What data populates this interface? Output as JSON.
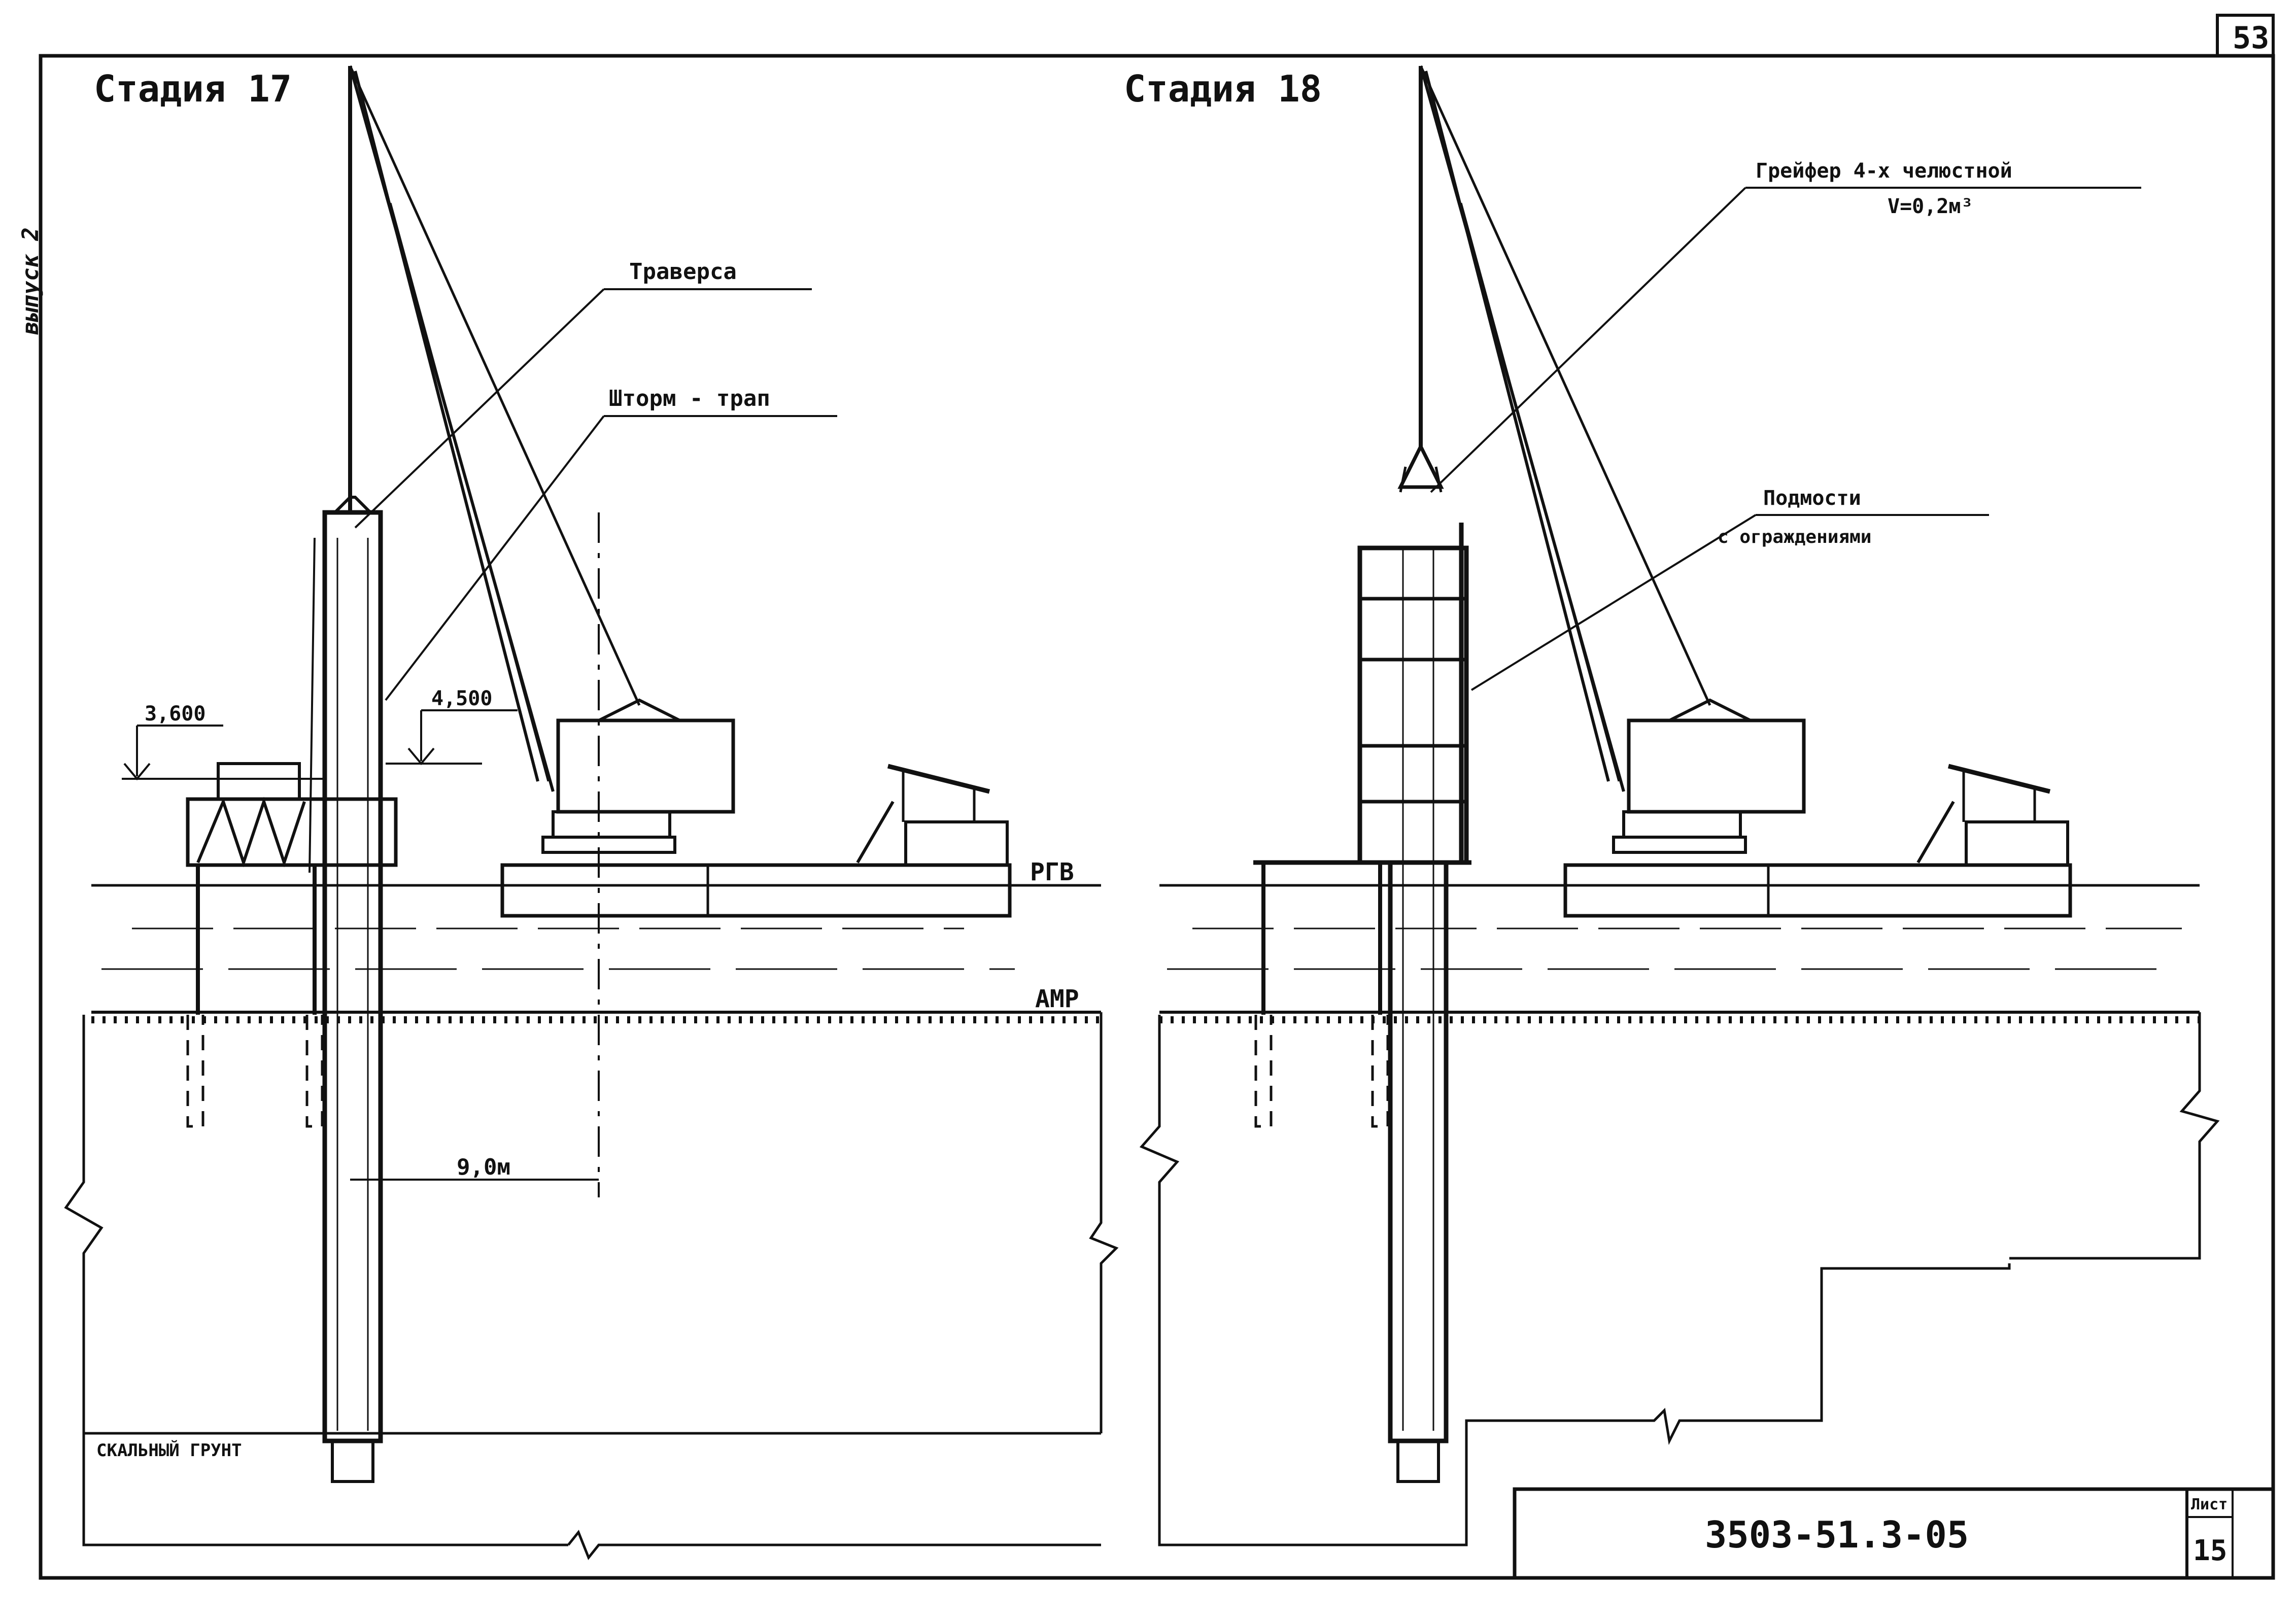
{
  "page_number": "53",
  "side_note": "выпуск 2",
  "stage_17": {
    "title": "Стадия 17",
    "label_traverse": "Траверса",
    "label_storm_ladder": "Шторм - трап",
    "elev_3600": "3,600",
    "elev_4500": "4,500",
    "dim_9m": "9,0м",
    "label_rgv": "РГВ",
    "label_amr": "АМР",
    "label_rock": "СКАЛЬНЫЙ ГРУНТ"
  },
  "stage_18": {
    "title": "Стадия 18",
    "label_grab_line1": "Грейфер 4-х челюстной",
    "label_grab_line2": "V=0,2м³",
    "label_scaffold_line1": "Подмости",
    "label_scaffold_line2": "с ограждениями"
  },
  "title_block": {
    "doc_code": "3503-51.3-05",
    "sheet_label": "Лист",
    "sheet_number": "15"
  }
}
